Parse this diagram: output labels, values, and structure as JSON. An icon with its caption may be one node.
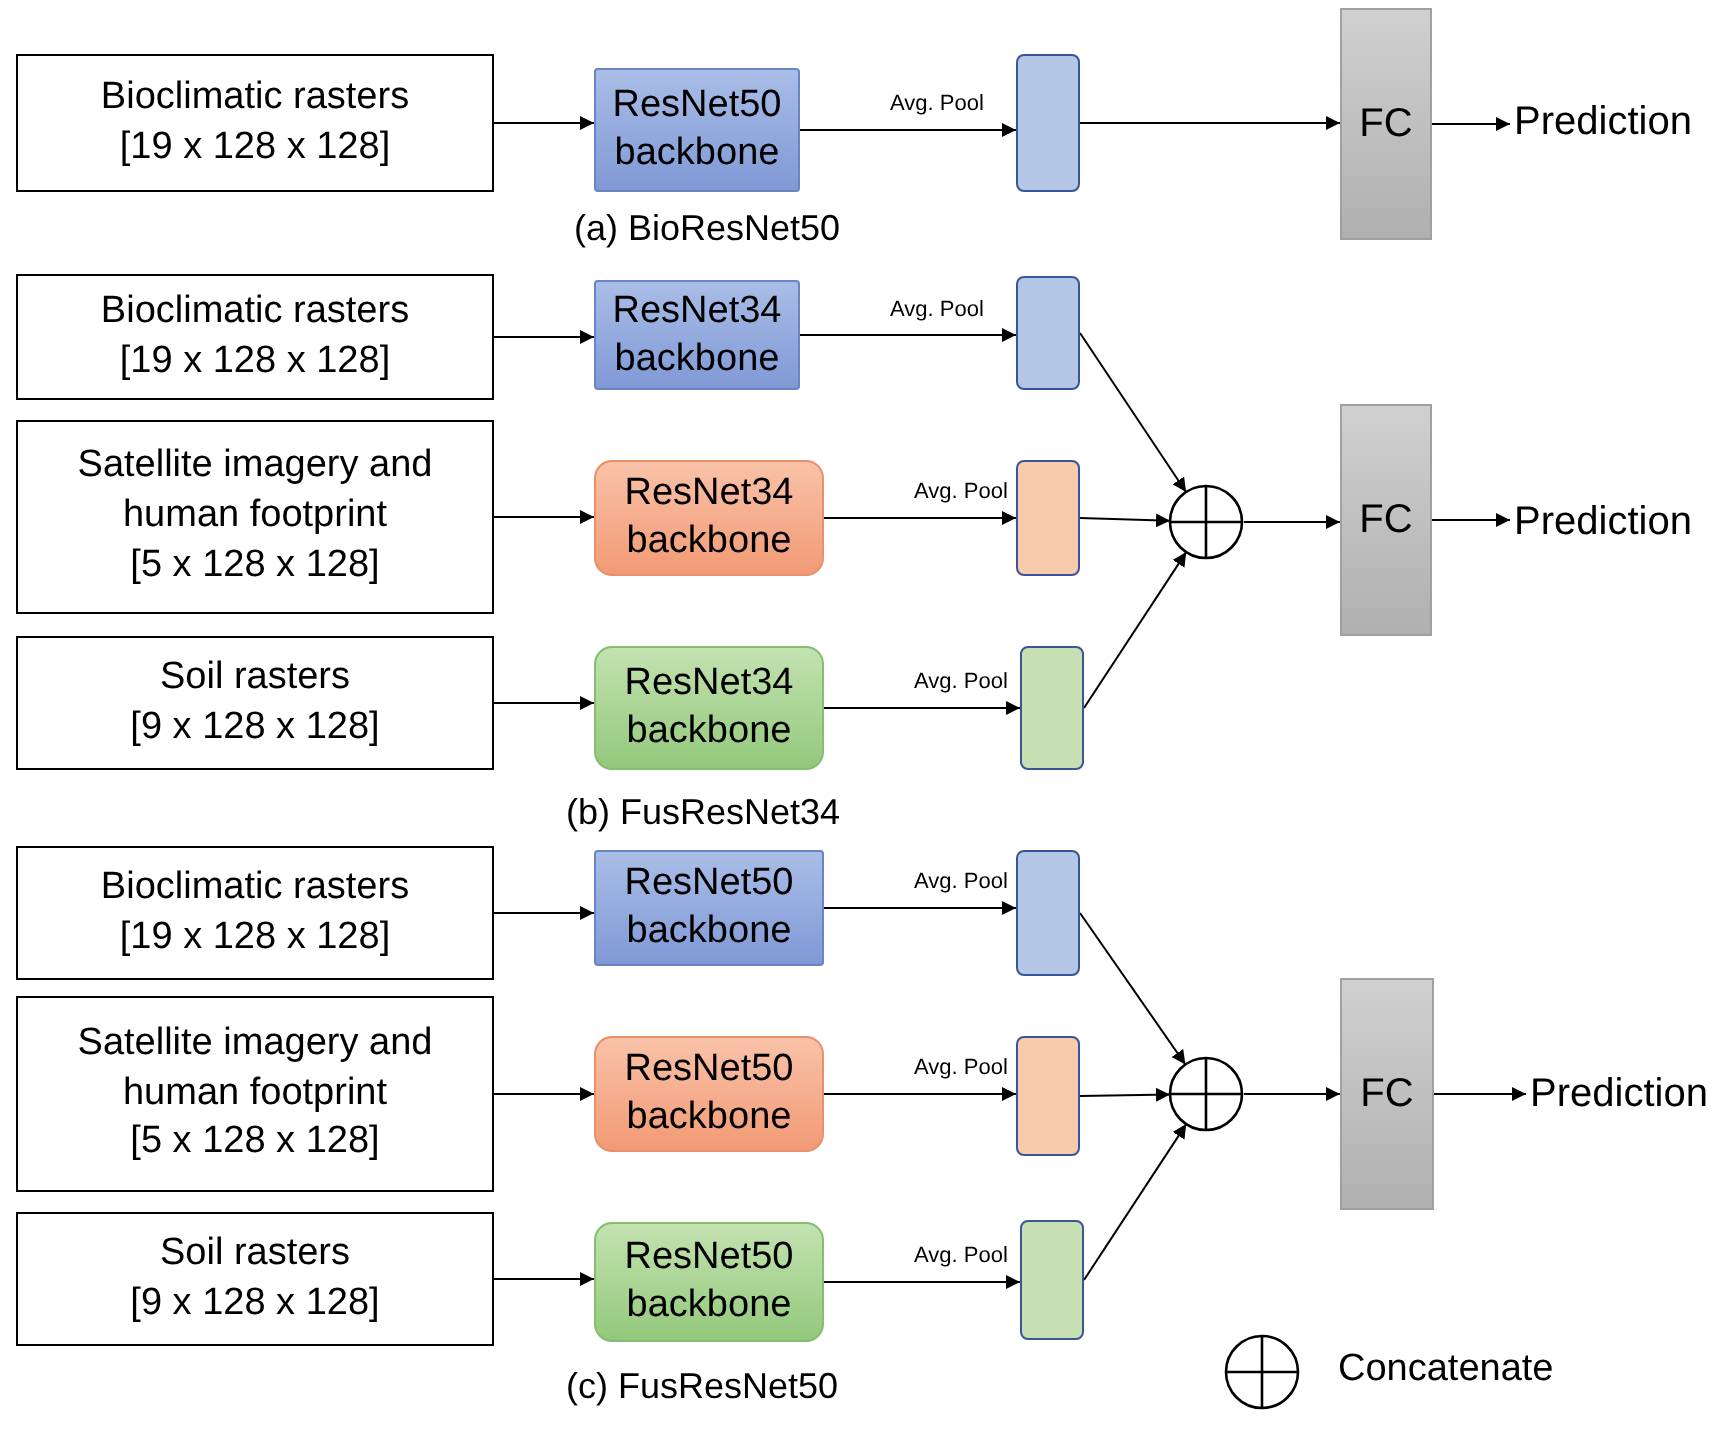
{
  "diagram": {
    "nodes": [
      {
        "text": [
          "Bioclimatic rasters [19 x 128 x 128]"
        ]
      },
      {
        "text": [
          "ResNet50 backbone"
        ]
      },
      {
        "text": [],
        "shape": "box"
      },
      {
        "text": [
          "FC"
        ]
      },
      {
        "text": [
          "Prediction"
        ]
      },
      {
        "text": [
          "Bioclimatic rasters [19 x 128 x 128]"
        ]
      },
      {
        "text": [
          "Satellite imagery and human footprint [5 x 128 x 128]"
        ]
      },
      {
        "text": [
          "Soil rasters [9 x 128 x 128]"
        ]
      },
      {
        "text": [
          "ResNet34 backbone"
        ]
      },
      {
        "text": [
          "ResNet34 backbone"
        ]
      },
      {
        "text": [
          "ResNet34 backbone"
        ]
      },
      {
        "text": [],
        "shape": "box"
      },
      {
        "text": [],
        "shape": "box"
      },
      {
        "text": [],
        "shape": "box"
      },
      {
        "text": [],
        "shape": "circle"
      },
      {
        "text": [
          "FC"
        ]
      },
      {
        "text": [
          "Prediction"
        ]
      },
      {
        "text": [
          "Bioclimatic rasters [19 x 128 x 128]"
        ]
      },
      {
        "text": [
          "Satellite imagery and human footprint [5 x 128 x 128]"
        ]
      },
      {
        "text": [
          "Soil rasters [9 x 128 x 128]"
        ]
      },
      {
        "text": [
          "ResNet50 backbone"
        ]
      },
      {
        "text": [
          "ResNet50 backbone"
        ]
      },
      {
        "text": [
          "ResNet50 backbone"
        ]
      },
      {
        "text": [],
        "shape": "box"
      },
      {
        "text": [],
        "shape": "box"
      },
      {
        "text": [],
        "shape": "box"
      },
      {
        "text": [],
        "shape": "circle"
      },
      {
        "text": [
          "FC"
        ]
      },
      {
        "text": [
          "Prediction"
        ]
      }
    ],
    "edges": [
      {
        "from": 0,
        "to": 1,
        "arrow": "to"
      },
      {
        "from": 1,
        "to": 2,
        "arrow": "to",
        "label": "Avg. Pool"
      },
      {
        "from": 2,
        "to": 3,
        "arrow": "to"
      },
      {
        "from": 3,
        "to": 4,
        "arrow": "to"
      },
      {
        "from": 5,
        "to": 8,
        "arrow": "to"
      },
      {
        "from": 6,
        "to": 9,
        "arrow": "to"
      },
      {
        "from": 7,
        "to": 10,
        "arrow": "to"
      },
      {
        "from": 8,
        "to": 11,
        "arrow": "to",
        "label": "Avg. Pool"
      },
      {
        "from": 9,
        "to": 12,
        "arrow": "to",
        "label": "Avg. Pool"
      },
      {
        "from": 10,
        "to": 13,
        "arrow": "to",
        "label": "Avg. Pool"
      },
      {
        "from": 11,
        "to": 14,
        "arrow": "to"
      },
      {
        "from": 12,
        "to": 14,
        "arrow": "to"
      },
      {
        "from": 13,
        "to": 14,
        "arrow": "to"
      },
      {
        "from": 14,
        "to": 15,
        "arrow": "to"
      },
      {
        "from": 15,
        "to": 16,
        "arrow": "to"
      },
      {
        "from": 17,
        "to": 20,
        "arrow": "to"
      },
      {
        "from": 18,
        "to": 21,
        "arrow": "to"
      },
      {
        "from": 19,
        "to": 22,
        "arrow": "to"
      },
      {
        "from": 20,
        "to": 23,
        "arrow": "to",
        "label": "Avg. Pool"
      },
      {
        "from": 21,
        "to": 24,
        "arrow": "to",
        "label": "Avg. Pool"
      },
      {
        "from": 22,
        "to": 25,
        "arrow": "to",
        "label": "Avg. Pool"
      },
      {
        "from": 23,
        "to": 26,
        "arrow": "to"
      },
      {
        "from": 24,
        "to": 26,
        "arrow": "to"
      },
      {
        "from": 25,
        "to": 26,
        "arrow": "to"
      },
      {
        "from": 26,
        "to": 27,
        "arrow": "to"
      },
      {
        "from": 27,
        "to": 28,
        "arrow": "to"
      }
    ],
    "labels": [
      "(a) BioResNet50",
      "(b) FusResNet34",
      "(c) FusResNet50"
    ],
    "legend": [
      {
        "text": "Concatenate"
      }
    ]
  }
}
